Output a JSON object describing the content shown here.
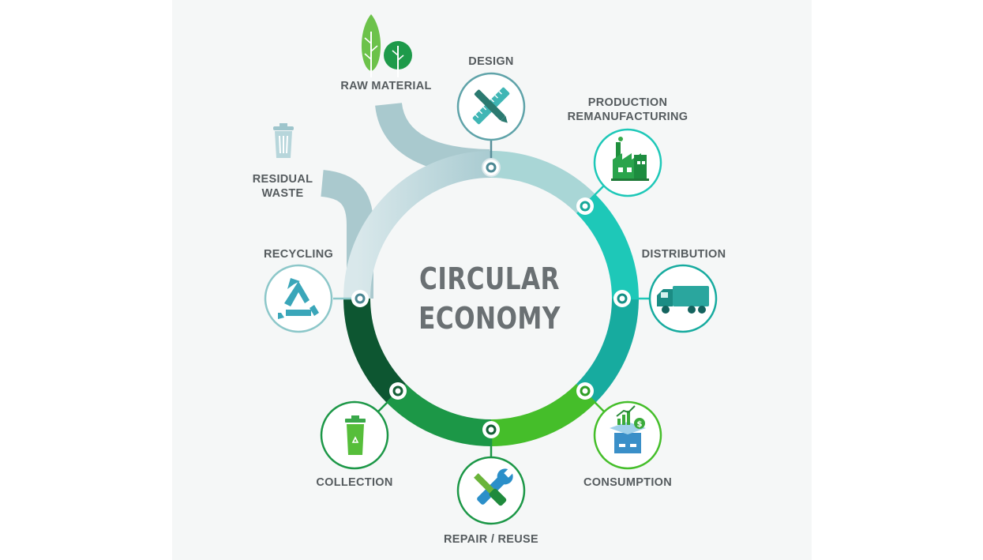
{
  "diagram": {
    "title_line1": "CIRCULAR",
    "title_line2": "ECONOMY",
    "steps": {
      "raw_material": "RAW MATERIAL",
      "design": "DESIGN",
      "production_line1": "PRODUCTION",
      "production_line2": "REMANUFACTURING",
      "distribution": "DISTRIBUTION",
      "consumption": "CONSUMPTION",
      "repair_reuse": "REPAIR / REUSE",
      "collection": "COLLECTION",
      "recycling": "RECYCLING",
      "residual_line1": "RESIDUAL",
      "residual_line2": "WASTE"
    },
    "icons": [
      "trees-icon",
      "pen-ruler-icon",
      "factory-icon",
      "truck-icon",
      "boxes-chart-icon",
      "wrench-screwdriver-icon",
      "recycle-bin-icon",
      "recycle-arrows-icon",
      "trash-can-icon"
    ],
    "colors": {
      "ring_light": "#c8dde1",
      "ring_teal": "#1ec8b8",
      "ring_teal_dark": "#16a89c",
      "ring_green_light": "#46c12a",
      "ring_green": "#1d9a48",
      "ring_green_dark": "#0d5a32",
      "label": "#555b5e"
    }
  }
}
